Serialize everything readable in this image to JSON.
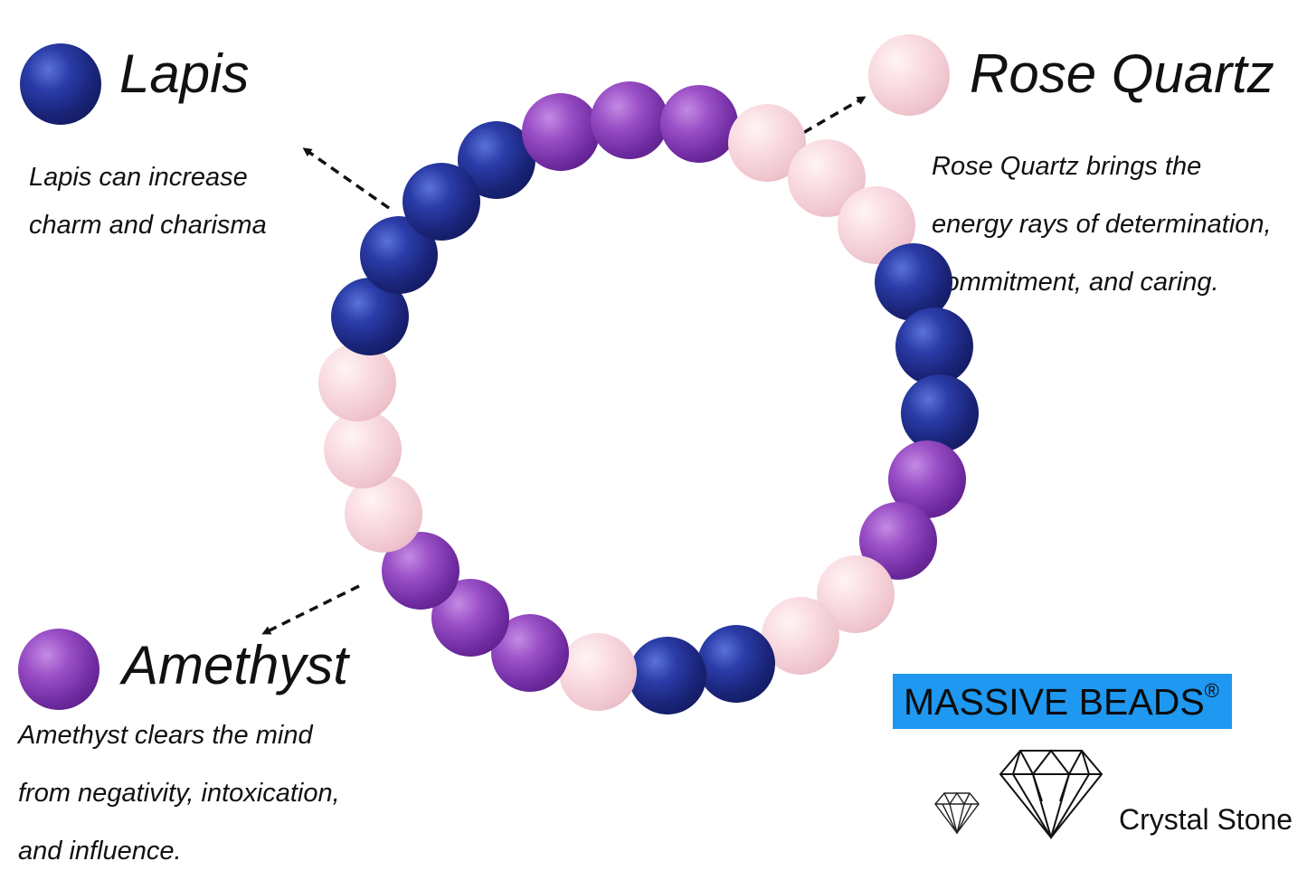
{
  "stones": {
    "lapis": {
      "name": "Lapis",
      "lines": [
        "Lapis can increase",
        "charm and charisma"
      ]
    },
    "rose_quartz": {
      "name": "Rose Quartz",
      "lines": [
        "Rose Quartz brings the",
        "energy rays of determination,",
        "commitment, and caring."
      ]
    },
    "amethyst": {
      "name": "Amethyst",
      "lines": [
        "Amethyst clears the mind",
        "from negativity, intoxication,",
        "and influence."
      ]
    }
  },
  "brand": {
    "name": "MASSIVE BEADS",
    "mark": "®",
    "tagline": "Crystal Stone"
  },
  "colors": {
    "lapis": "#1f2a8c",
    "rose_quartz": "#f3c9d1",
    "amethyst": "#8a3fbf",
    "brand_box": "#1e98f0"
  },
  "bracelet_sequence": [
    "lapis",
    "amethyst",
    "amethyst",
    "amethyst",
    "rose",
    "rose",
    "rose",
    "lapis",
    "lapis",
    "lapis",
    "amethyst",
    "amethyst",
    "rose",
    "rose",
    "lapis",
    "lapis",
    "rose",
    "amethyst",
    "amethyst",
    "amethyst",
    "rose",
    "rose",
    "rose",
    "lapis",
    "lapis",
    "lapis"
  ]
}
